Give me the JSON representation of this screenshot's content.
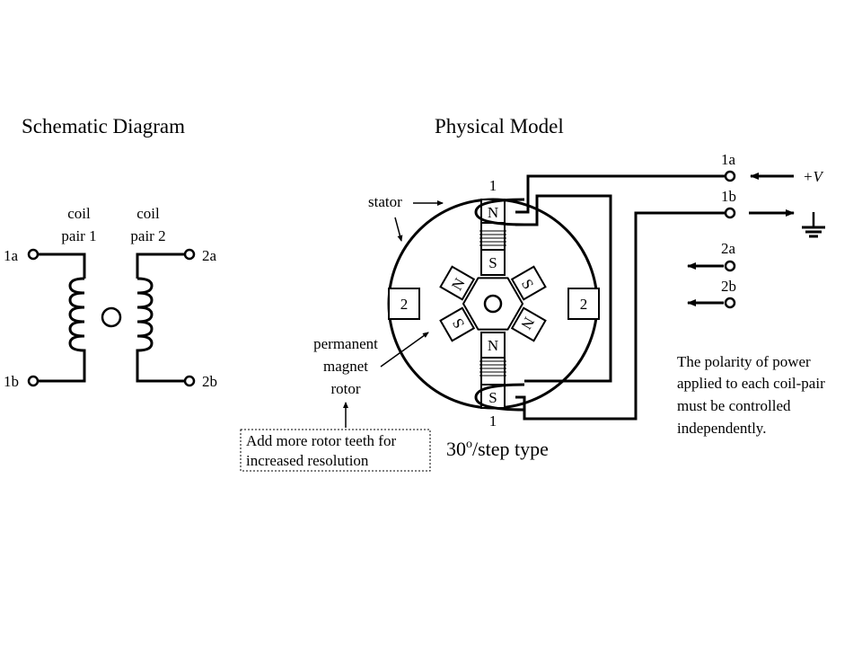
{
  "schematic": {
    "title": "Schematic Diagram",
    "coil1_line1": "coil",
    "coil1_line2": "pair 1",
    "coil2_line1": "coil",
    "coil2_line2": "pair 2",
    "t1a": "1a",
    "t1b": "1b",
    "t2a": "2a",
    "t2b": "2b"
  },
  "physical": {
    "title": "Physical Model",
    "stator_label": "stator",
    "rotor_line1": "permanent",
    "rotor_line2": "magnet",
    "rotor_line3": "rotor",
    "note_line1": "Add more rotor teeth for",
    "note_line2": "increased resolution",
    "step_value": "30",
    "step_sup": "o",
    "step_suffix": "/step type",
    "pole_top_num": "1",
    "pole_bottom_num": "1",
    "pole_left_num": "2",
    "pole_right_num": "2",
    "pole_top_letter": "N",
    "pole_bottom_letter": "S",
    "rotor_tooth_top": "S",
    "rotor_tooth_bottom": "N",
    "rotor_tooth_ul": "N",
    "rotor_tooth_ur": "S",
    "rotor_tooth_ll": "S",
    "rotor_tooth_lr": "N",
    "term_1a": "1a",
    "term_1b": "1b",
    "term_2a": "2a",
    "term_2b": "2b",
    "plus_v": "+V",
    "polarity_line1": "The polarity of power",
    "polarity_line2": "applied to each coil-pair",
    "polarity_line3": "must be controlled",
    "polarity_line4": "independently."
  }
}
